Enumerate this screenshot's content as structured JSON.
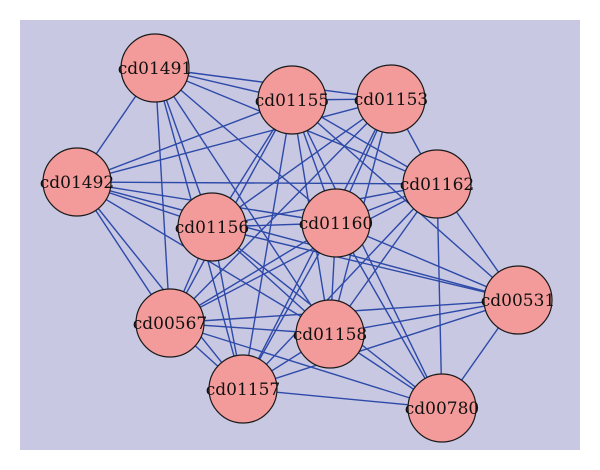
{
  "colors": {
    "panel_background": "#c8c8e3",
    "edge": "#2e4aa8",
    "node_fill": "#f39a9a",
    "node_stroke": "#1a1a1a",
    "label": "#111111"
  },
  "network": {
    "nodes": [
      {
        "id": "cd01491",
        "label": "cd01491"
      },
      {
        "id": "cd01155",
        "label": "cd01155"
      },
      {
        "id": "cd01153",
        "label": "cd01153"
      },
      {
        "id": "cd01492",
        "label": "cd01492"
      },
      {
        "id": "cd01162",
        "label": "cd01162"
      },
      {
        "id": "cd01156",
        "label": "cd01156"
      },
      {
        "id": "cd01160",
        "label": "cd01160"
      },
      {
        "id": "cd00531",
        "label": "cd00531"
      },
      {
        "id": "cd00567",
        "label": "cd00567"
      },
      {
        "id": "cd01158",
        "label": "cd01158"
      },
      {
        "id": "cd01157",
        "label": "cd01157"
      },
      {
        "id": "cd00780",
        "label": "cd00780"
      }
    ],
    "edges": [
      [
        "cd01491",
        "cd01155"
      ],
      [
        "cd01491",
        "cd01153"
      ],
      [
        "cd01491",
        "cd01492"
      ],
      [
        "cd01491",
        "cd01162"
      ],
      [
        "cd01491",
        "cd01156"
      ],
      [
        "cd01491",
        "cd01160"
      ],
      [
        "cd01491",
        "cd00567"
      ],
      [
        "cd01491",
        "cd01158"
      ],
      [
        "cd01491",
        "cd01157"
      ],
      [
        "cd01155",
        "cd01153"
      ],
      [
        "cd01155",
        "cd01492"
      ],
      [
        "cd01155",
        "cd01162"
      ],
      [
        "cd01155",
        "cd01156"
      ],
      [
        "cd01155",
        "cd01160"
      ],
      [
        "cd01155",
        "cd00531"
      ],
      [
        "cd01155",
        "cd00567"
      ],
      [
        "cd01155",
        "cd01158"
      ],
      [
        "cd01155",
        "cd01157"
      ],
      [
        "cd01155",
        "cd00780"
      ],
      [
        "cd01153",
        "cd01492"
      ],
      [
        "cd01153",
        "cd01162"
      ],
      [
        "cd01153",
        "cd01156"
      ],
      [
        "cd01153",
        "cd01160"
      ],
      [
        "cd01153",
        "cd00567"
      ],
      [
        "cd01153",
        "cd01158"
      ],
      [
        "cd01153",
        "cd01157"
      ],
      [
        "cd01492",
        "cd01162"
      ],
      [
        "cd01492",
        "cd01156"
      ],
      [
        "cd01492",
        "cd01160"
      ],
      [
        "cd01492",
        "cd00531"
      ],
      [
        "cd01492",
        "cd00567"
      ],
      [
        "cd01492",
        "cd01158"
      ],
      [
        "cd01492",
        "cd01157"
      ],
      [
        "cd01162",
        "cd01156"
      ],
      [
        "cd01162",
        "cd01160"
      ],
      [
        "cd01162",
        "cd00531"
      ],
      [
        "cd01162",
        "cd00567"
      ],
      [
        "cd01162",
        "cd01158"
      ],
      [
        "cd01162",
        "cd01157"
      ],
      [
        "cd01162",
        "cd00780"
      ],
      [
        "cd01156",
        "cd01160"
      ],
      [
        "cd01156",
        "cd00531"
      ],
      [
        "cd01156",
        "cd00567"
      ],
      [
        "cd01156",
        "cd01158"
      ],
      [
        "cd01156",
        "cd01157"
      ],
      [
        "cd01156",
        "cd00780"
      ],
      [
        "cd01160",
        "cd00531"
      ],
      [
        "cd01160",
        "cd00567"
      ],
      [
        "cd01160",
        "cd01158"
      ],
      [
        "cd01160",
        "cd01157"
      ],
      [
        "cd01160",
        "cd00780"
      ],
      [
        "cd00531",
        "cd00567"
      ],
      [
        "cd00531",
        "cd01158"
      ],
      [
        "cd00531",
        "cd01157"
      ],
      [
        "cd00531",
        "cd00780"
      ],
      [
        "cd00567",
        "cd01158"
      ],
      [
        "cd00567",
        "cd01157"
      ],
      [
        "cd00567",
        "cd00780"
      ],
      [
        "cd01158",
        "cd01157"
      ],
      [
        "cd01158",
        "cd00780"
      ],
      [
        "cd01157",
        "cd00780"
      ]
    ]
  }
}
